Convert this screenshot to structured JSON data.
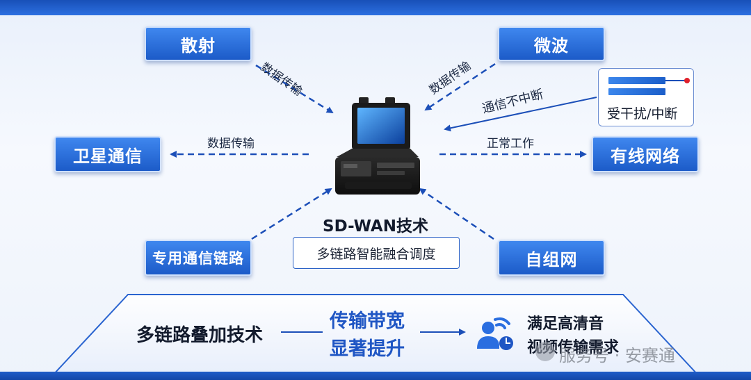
{
  "nodes": {
    "scatter": "散射",
    "microwave": "微波",
    "satellite": "卫星通信",
    "wired": "有线网络",
    "dedicated": "专用通信链路",
    "adhoc": "自组网"
  },
  "edges": {
    "scatter_label": "数据传输",
    "microwave_label": "数据传输",
    "satellite_label": "数据传输",
    "interference_label": "通信不中断",
    "wired_label": "正常工作"
  },
  "interference_box": {
    "label": "受干扰/中断"
  },
  "center": {
    "title": "SD-WAN技术",
    "subtitle": "多链路智能融合调度"
  },
  "bottom": {
    "left": "多链路叠加技术",
    "mid_line1": "传输带宽",
    "mid_line2": "显著提升",
    "right_line1": "满足高清音",
    "right_line2": "视频传输需求"
  },
  "watermark": "服务号 · 安赛通",
  "colors": {
    "accent": "#1f56c4",
    "button": "#2a6ee0",
    "arrow": "#1c4fb8",
    "red_marker": "#e0202a"
  },
  "icons": [
    "wifi-user-icon",
    "laptop-device-icon"
  ]
}
